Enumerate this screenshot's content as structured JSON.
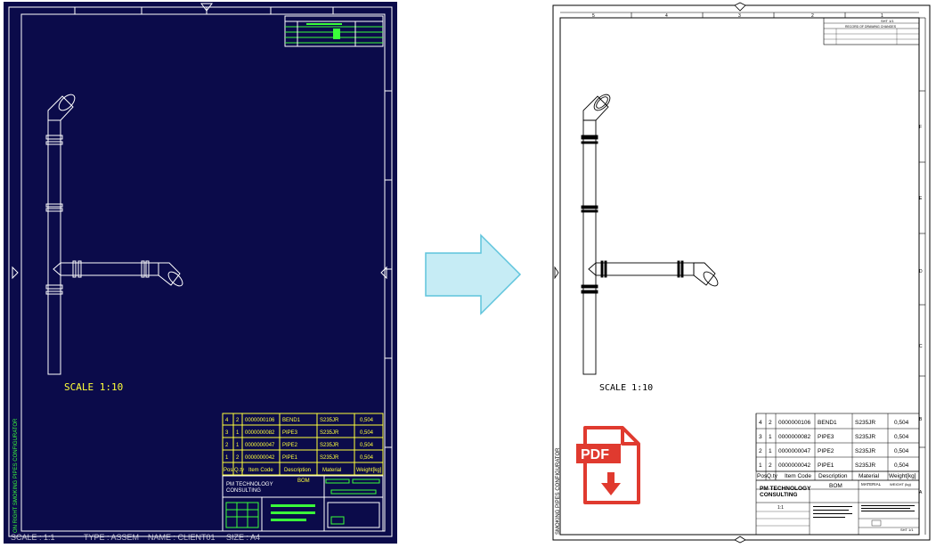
{
  "colors": {
    "dark_bg": "#0b0b4a",
    "dark_line": "#ffffff",
    "dark_text_yellow": "#ffff3a",
    "dark_text_green": "#3aff3a",
    "arrow_fill": "#c6ecf5",
    "arrow_stroke": "#5fc4dc",
    "pdf_red": "#e03a2f"
  },
  "dark_drawing": {
    "scale_label": "SCALE  1:10",
    "bom": {
      "rows": [
        {
          "pos": "4",
          "qty": "2",
          "code": "0000000106",
          "desc": "BEND1",
          "material": "S235JR",
          "weight": "0,504"
        },
        {
          "pos": "3",
          "qty": "1",
          "code": "0000000082",
          "desc": "PIPE3",
          "material": "S235JR",
          "weight": "0,504"
        },
        {
          "pos": "2",
          "qty": "1",
          "code": "0000000047",
          "desc": "PIPE2",
          "material": "S235JR",
          "weight": "0,504"
        },
        {
          "pos": "1",
          "qty": "2",
          "code": "0000000042",
          "desc": "PIPE1",
          "material": "S235JR",
          "weight": "0,504"
        }
      ],
      "headers": [
        "Pos",
        "Q.ty",
        "Item Code",
        "Description",
        "Material",
        "Weight[kg]"
      ],
      "title": "BOM"
    },
    "company": "PM TECHNOLOGY\nCONSULTING",
    "company_line1": "PM TECHNOLOGY",
    "company_line2": "CONSULTING",
    "footer_scale": "SCALE : 1:1",
    "footer_type": "TYPE : ASSEM",
    "footer_name": "NAME : CLIENT01",
    "footer_size": "SIZE : A4",
    "side_label": "ON RIGHT SMOKING PIPES CONFIGURATOR"
  },
  "pdf_drawing": {
    "sheet": "SHT 1/1",
    "revision_title": "RECORD OF DRAWING CHANGES",
    "scale_label": "SCALE  1:10",
    "column_numbers": [
      "5",
      "4",
      "3",
      "2",
      "1"
    ],
    "row_letters": [
      "F",
      "E",
      "D",
      "C",
      "B",
      "A"
    ],
    "bom": {
      "rows": [
        {
          "pos": "4",
          "qty": "2",
          "code": "0000000106",
          "desc": "BEND1",
          "material": "S235JR",
          "weight": "0,504"
        },
        {
          "pos": "3",
          "qty": "1",
          "code": "0000000082",
          "desc": "PIPE3",
          "material": "S235JR",
          "weight": "0,504"
        },
        {
          "pos": "2",
          "qty": "1",
          "code": "0000000047",
          "desc": "PIPE2",
          "material": "S235JR",
          "weight": "0,504"
        },
        {
          "pos": "1",
          "qty": "2",
          "code": "0000000042",
          "desc": "PIPE1",
          "material": "S235JR",
          "weight": "0,504"
        }
      ],
      "headers": [
        "Pos",
        "Q.ty",
        "Item Code",
        "Description",
        "Material",
        "Weight[kg]"
      ],
      "title": "BOM"
    },
    "company_line1": "PM TECHNOLOGY",
    "company_line2": "CONSULTING",
    "material_label": "MATERIAL",
    "weight_label": "WEIGHT (kg)",
    "scale_small": "1:1",
    "client_text": "Camino Pipe Turbo 1\nPM Techno Engineering\nSCHEMATIC - CLIENT01",
    "side_label": "SMOKING PIPES CONFIGURATOR",
    "pdf_icon_label": "PDF"
  }
}
